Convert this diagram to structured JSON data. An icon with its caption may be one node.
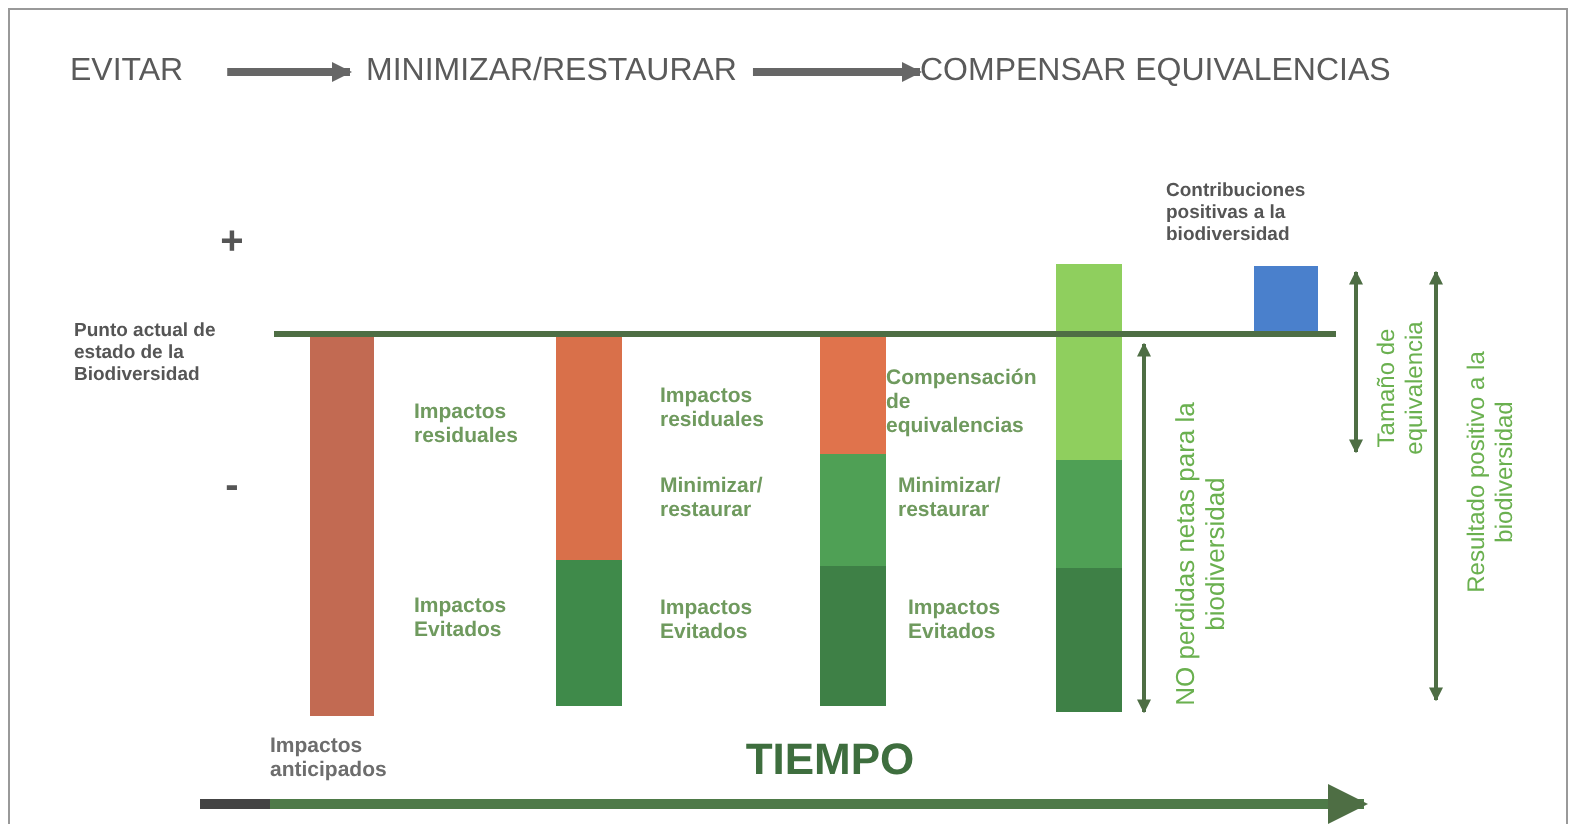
{
  "diagram": {
    "nodes": [
      {
        "text": [
          "EVITAR"
        ]
      },
      {
        "text": [
          "MINIMIZAR/RESTAURAR"
        ]
      },
      {
        "text": [
          "COMPENSAR EQUIVALENCIAS"
        ]
      }
    ],
    "edges": [
      {
        "from": 0,
        "to": 1,
        "arrow": "to"
      },
      {
        "from": 1,
        "to": 2,
        "arrow": "to"
      }
    ],
    "labels": [
      "Contribuciones positivas a la biodiversidad",
      "+",
      "Punto actual de estado de la Biodiversidad",
      "Impactos residuales",
      "Impactos Evitados",
      "-",
      "Impactos residuales",
      "Minimizar/ restaurar",
      "Impactos Evitados",
      "Compensación de equivalencias",
      "Minimizar/ restaurar",
      "Impactos Evitados",
      "NO perdidas netas para la biodiversidad",
      "Tamaño de equivalencia",
      "Resultado positivo a la biodiversidad",
      "Impactos anticipados",
      "TIEMPO"
    ]
  }
}
